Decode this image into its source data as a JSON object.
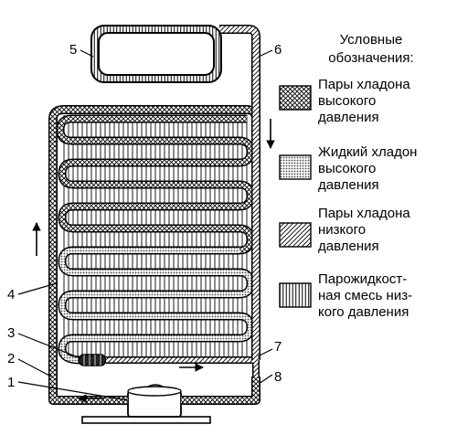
{
  "callouts": [
    "1",
    "2",
    "3",
    "4",
    "5",
    "6",
    "7",
    "8"
  ],
  "legend": {
    "title_line1": "Условные",
    "title_line2": "обозначения:",
    "items": [
      {
        "pattern": "crosshatch",
        "lines": [
          "Пары хладона",
          "высокого",
          "давления"
        ]
      },
      {
        "pattern": "dots",
        "lines": [
          "Жидкий хладон",
          "высокого",
          "давления"
        ]
      },
      {
        "pattern": "diagonal",
        "lines": [
          "Пары хладона",
          "низкого",
          "давления"
        ]
      },
      {
        "pattern": "vertical",
        "lines": [
          "Парожидкост-",
          "ная смесь низ-",
          "кого давления"
        ]
      }
    ]
  }
}
